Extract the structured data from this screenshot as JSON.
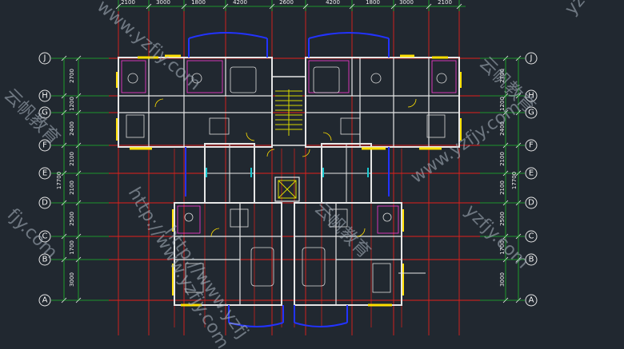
{
  "drawing": {
    "background": "#212830",
    "colors": {
      "axis_red": "#e2201c",
      "axis_green": "#1db92a",
      "wall": "#e6e6e6",
      "window_yellow": "#ffe000",
      "stair_yellow": "#d8d800",
      "balcony_blue": "#2233ff",
      "furniture": "#dcdcdc",
      "dim_text": "#f2f2f2",
      "room_magenta": "#ff3ad8",
      "door_cyan": "#18c8d0",
      "watermark": "#aeb9c4"
    }
  },
  "top_dimensions": [
    "2100",
    "3000",
    "1800",
    "4200",
    "2600",
    "4200",
    "1800",
    "3000",
    "2100"
  ],
  "left_dimensions": [
    "2700",
    "1200",
    "2400",
    "2100",
    "2100",
    "2500",
    "1700",
    "3000"
  ],
  "right_dimensions": [
    "2700",
    "1200",
    "2400",
    "2100",
    "2100",
    "2500",
    "1700",
    "3000"
  ],
  "overall_dimensions": {
    "left": "17700",
    "right": "17700"
  },
  "axis_labels": {
    "left": [
      "J",
      "H",
      "G",
      "F",
      "E",
      "D",
      "C",
      "B",
      "A"
    ],
    "right": [
      "J",
      "H",
      "G",
      "F",
      "E",
      "D",
      "C",
      "B",
      "A"
    ]
  },
  "watermarks": {
    "brand": "云帆教育",
    "url_main": "http://www.yzfjy.com",
    "url_short": "www.yzfjy.com",
    "url_frag_1": "yzfjy.com",
    "url_frag_2": "yzfjy",
    "url_frag_3": "http://www.yzfj",
    "url_frag_4": "fjy.com"
  }
}
